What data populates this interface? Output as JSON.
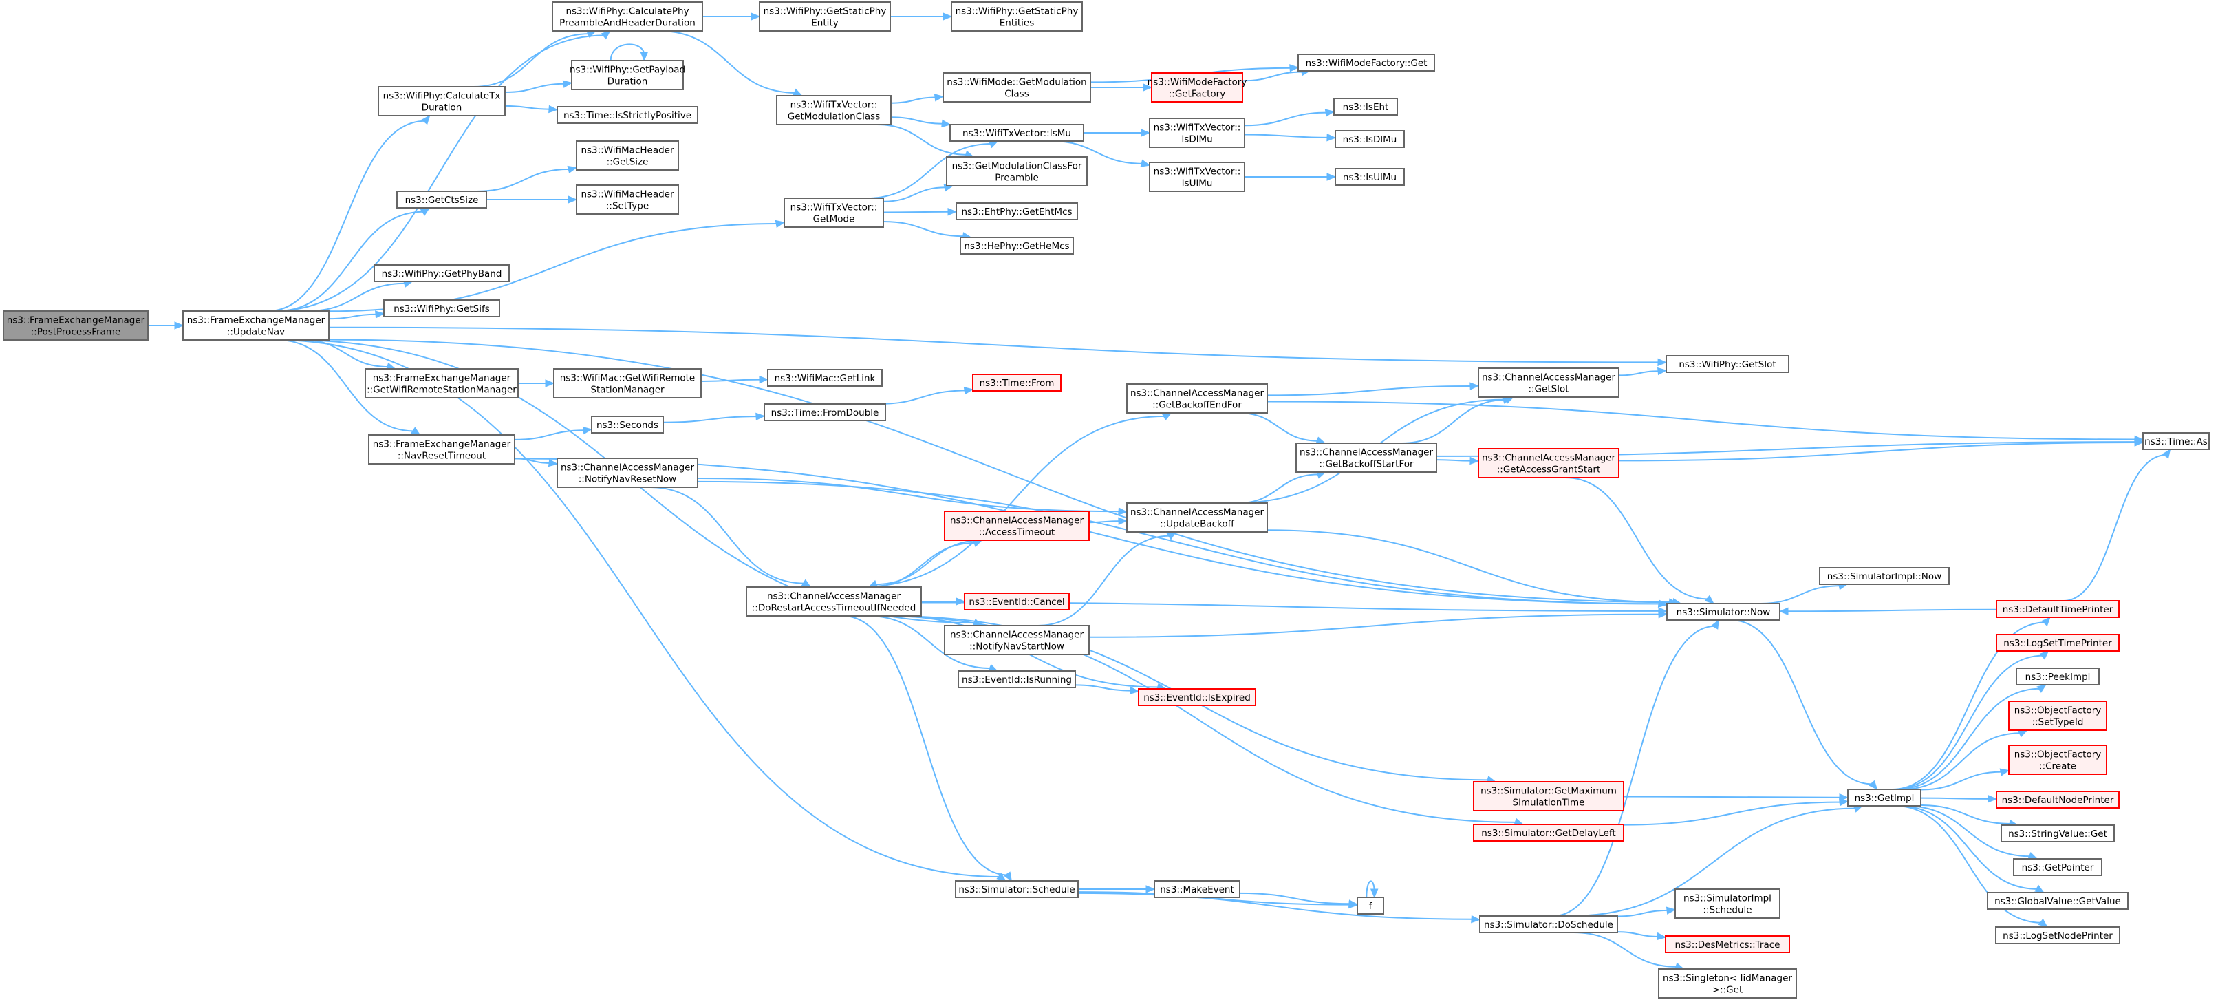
{
  "colors": {
    "edge": "#63b8ff",
    "node_fill": "#ffffff",
    "node_stroke": "#666666",
    "root_fill": "#999999",
    "root_stroke": "#666666",
    "truncated_fill": "#fff0f0",
    "truncated_stroke": "#ff0000"
  },
  "nodes": [
    {
      "id": "root",
      "lines": [
        "ns3::FrameExchangeManager",
        "::PostProcessFrame"
      ],
      "style": "root"
    },
    {
      "id": "updnav",
      "lines": [
        "ns3::FrameExchangeManager",
        "::UpdateNav"
      ],
      "style": "normal"
    },
    {
      "id": "calcphy",
      "lines": [
        "ns3::WifiPhy::CalculatePhy",
        "PreambleAndHeaderDuration"
      ],
      "style": "normal"
    },
    {
      "id": "getstaticent",
      "lines": [
        "ns3::WifiPhy::GetStaticPhy",
        "Entity"
      ],
      "style": "normal"
    },
    {
      "id": "getstaticents",
      "lines": [
        "ns3::WifiPhy::GetStaticPhy",
        "Entities"
      ],
      "style": "normal"
    },
    {
      "id": "getpayload",
      "lines": [
        "ns3::WifiPhy::GetPayload",
        "Duration"
      ],
      "style": "normal"
    },
    {
      "id": "calctx",
      "lines": [
        "ns3::WifiPhy::CalculateTx",
        "Duration"
      ],
      "style": "normal"
    },
    {
      "id": "strictpos",
      "lines": [
        "ns3::Time::IsStrictlyPositive"
      ],
      "style": "normal"
    },
    {
      "id": "gettxmodclass",
      "lines": [
        "ns3::WifiTxVector::",
        "GetModulationClass"
      ],
      "style": "normal"
    },
    {
      "id": "getmodclass",
      "lines": [
        "ns3::WifiMode::GetModulation",
        "Class"
      ],
      "style": "normal"
    },
    {
      "id": "mfgetfactory",
      "lines": [
        "ns3::WifiModeFactory",
        "::GetFactory"
      ],
      "style": "truncated"
    },
    {
      "id": "mfget",
      "lines": [
        "ns3::WifiModeFactory::Get"
      ],
      "style": "normal"
    },
    {
      "id": "ismu",
      "lines": [
        "ns3::WifiTxVector::IsMu"
      ],
      "style": "normal"
    },
    {
      "id": "isdlmuv",
      "lines": [
        "ns3::WifiTxVector::",
        "IsDlMu"
      ],
      "style": "normal"
    },
    {
      "id": "isulmuv",
      "lines": [
        "ns3::WifiTxVector::",
        "IsUlMu"
      ],
      "style": "normal"
    },
    {
      "id": "iseht",
      "lines": [
        "ns3::IsEht"
      ],
      "style": "normal"
    },
    {
      "id": "isdlmu",
      "lines": [
        "ns3::IsDlMu"
      ],
      "style": "normal"
    },
    {
      "id": "isulmu",
      "lines": [
        "ns3::IsUlMu"
      ],
      "style": "normal"
    },
    {
      "id": "getmodclassfor",
      "lines": [
        "ns3::GetModulationClassFor",
        "Preamble"
      ],
      "style": "normal"
    },
    {
      "id": "gettxmode",
      "lines": [
        "ns3::WifiTxVector::",
        "GetMode"
      ],
      "style": "normal"
    },
    {
      "id": "getehtmcs",
      "lines": [
        "ns3::EhtPhy::GetEhtMcs"
      ],
      "style": "normal"
    },
    {
      "id": "gethemcs",
      "lines": [
        "ns3::HePhy::GetHeMcs"
      ],
      "style": "normal"
    },
    {
      "id": "macgetsize",
      "lines": [
        "ns3::WifiMacHeader",
        "::GetSize"
      ],
      "style": "normal"
    },
    {
      "id": "macsettype",
      "lines": [
        "ns3::WifiMacHeader",
        "::SetType"
      ],
      "style": "normal"
    },
    {
      "id": "getctssize",
      "lines": [
        "ns3::GetCtsSize"
      ],
      "style": "normal"
    },
    {
      "id": "getphyband",
      "lines": [
        "ns3::WifiPhy::GetPhyBand"
      ],
      "style": "normal"
    },
    {
      "id": "getsifs",
      "lines": [
        "ns3::WifiPhy::GetSifs"
      ],
      "style": "normal"
    },
    {
      "id": "fem_getremote",
      "lines": [
        "ns3::FrameExchangeManager",
        "::GetWifiRemoteStationManager"
      ],
      "style": "normal"
    },
    {
      "id": "mac_getremote",
      "lines": [
        "ns3::WifiMac::GetWifiRemote",
        "StationManager"
      ],
      "style": "normal"
    },
    {
      "id": "getlink",
      "lines": [
        "ns3::WifiMac::GetLink"
      ],
      "style": "normal"
    },
    {
      "id": "navreset",
      "lines": [
        "ns3::FrameExchangeManager",
        "::NavResetTimeout"
      ],
      "style": "normal"
    },
    {
      "id": "seconds",
      "lines": [
        "ns3::Seconds"
      ],
      "style": "normal"
    },
    {
      "id": "fromdouble",
      "lines": [
        "ns3::Time::FromDouble"
      ],
      "style": "normal"
    },
    {
      "id": "timefrom",
      "lines": [
        "ns3::Time::From"
      ],
      "style": "truncated"
    },
    {
      "id": "notifynavreset",
      "lines": [
        "ns3::ChannelAccessManager",
        "::NotifyNavResetNow"
      ],
      "style": "normal"
    },
    {
      "id": "dorestart",
      "lines": [
        "ns3::ChannelAccessManager",
        "::DoRestartAccessTimeoutIfNeeded"
      ],
      "style": "normal"
    },
    {
      "id": "accesstimeout",
      "lines": [
        "ns3::ChannelAccessManager",
        "::AccessTimeout"
      ],
      "style": "truncated"
    },
    {
      "id": "eventcancel",
      "lines": [
        "ns3::EventId::Cancel"
      ],
      "style": "truncated"
    },
    {
      "id": "notifynavstart",
      "lines": [
        "ns3::ChannelAccessManager",
        "::NotifyNavStartNow"
      ],
      "style": "normal"
    },
    {
      "id": "isrunning",
      "lines": [
        "ns3::EventId::IsRunning"
      ],
      "style": "normal"
    },
    {
      "id": "isexpired",
      "lines": [
        "ns3::EventId::IsExpired"
      ],
      "style": "truncated"
    },
    {
      "id": "getbackoffend",
      "lines": [
        "ns3::ChannelAccessManager",
        "::GetBackoffEndFor"
      ],
      "style": "normal"
    },
    {
      "id": "updatebackoff",
      "lines": [
        "ns3::ChannelAccessManager",
        "::UpdateBackoff"
      ],
      "style": "normal"
    },
    {
      "id": "getbackoffstart",
      "lines": [
        "ns3::ChannelAccessManager",
        "::GetBackoffStartFor"
      ],
      "style": "normal"
    },
    {
      "id": "camgetslot",
      "lines": [
        "ns3::ChannelAccessManager",
        "::GetSlot"
      ],
      "style": "normal"
    },
    {
      "id": "phygetslot",
      "lines": [
        "ns3::WifiPhy::GetSlot"
      ],
      "style": "normal"
    },
    {
      "id": "getgrantstart",
      "lines": [
        "ns3::ChannelAccessManager",
        "::GetAccessGrantStart"
      ],
      "style": "truncated"
    },
    {
      "id": "timeas",
      "lines": [
        "ns3::Time::As"
      ],
      "style": "normal"
    },
    {
      "id": "simnow",
      "lines": [
        "ns3::Simulator::Now"
      ],
      "style": "normal"
    },
    {
      "id": "simimplnow",
      "lines": [
        "ns3::SimulatorImpl::Now"
      ],
      "style": "normal"
    },
    {
      "id": "getmaxsim",
      "lines": [
        "ns3::Simulator::GetMaximum",
        "SimulationTime"
      ],
      "style": "truncated"
    },
    {
      "id": "getdelayleft",
      "lines": [
        "ns3::Simulator::GetDelayLeft"
      ],
      "style": "truncated"
    },
    {
      "id": "simschedule",
      "lines": [
        "ns3::Simulator::Schedule"
      ],
      "style": "normal"
    },
    {
      "id": "makeevent",
      "lines": [
        "ns3::MakeEvent"
      ],
      "style": "normal"
    },
    {
      "id": "f",
      "lines": [
        "f"
      ],
      "style": "normal"
    },
    {
      "id": "doschedule",
      "lines": [
        "ns3::Simulator::DoSchedule"
      ],
      "style": "normal"
    },
    {
      "id": "implschedule",
      "lines": [
        "ns3::SimulatorImpl",
        "::Schedule"
      ],
      "style": "normal"
    },
    {
      "id": "desmetrics",
      "lines": [
        "ns3::DesMetrics::Trace"
      ],
      "style": "truncated"
    },
    {
      "id": "singleton",
      "lines": [
        "ns3::Singleton< IidManager",
        " >::Get"
      ],
      "style": "normal"
    },
    {
      "id": "getimpl",
      "lines": [
        "ns3::GetImpl"
      ],
      "style": "normal"
    },
    {
      "id": "deftimeprinter",
      "lines": [
        "ns3::DefaultTimePrinter"
      ],
      "style": "truncated"
    },
    {
      "id": "logsettime",
      "lines": [
        "ns3::LogSetTimePrinter"
      ],
      "style": "truncated"
    },
    {
      "id": "peekimpl",
      "lines": [
        "ns3::PeekImpl"
      ],
      "style": "normal"
    },
    {
      "id": "ofsettypeid",
      "lines": [
        "ns3::ObjectFactory",
        "::SetTypeId"
      ],
      "style": "truncated"
    },
    {
      "id": "ofcreate",
      "lines": [
        "ns3::ObjectFactory",
        "::Create"
      ],
      "style": "truncated"
    },
    {
      "id": "defnodeprinter",
      "lines": [
        "ns3::DefaultNodePrinter"
      ],
      "style": "truncated"
    },
    {
      "id": "stringget",
      "lines": [
        "ns3::StringValue::Get"
      ],
      "style": "normal"
    },
    {
      "id": "getpointer",
      "lines": [
        "ns3::GetPointer"
      ],
      "style": "normal"
    },
    {
      "id": "globalget",
      "lines": [
        "ns3::GlobalValue::GetValue"
      ],
      "style": "normal"
    },
    {
      "id": "logsetnode",
      "lines": [
        "ns3::LogSetNodePrinter"
      ],
      "style": "normal"
    }
  ],
  "edges": [
    [
      "root",
      "updnav"
    ],
    [
      "updnav",
      "calcphy"
    ],
    [
      "updnav",
      "calctx"
    ],
    [
      "updnav",
      "getctssize"
    ],
    [
      "updnav",
      "gettxmode"
    ],
    [
      "updnav",
      "getphyband"
    ],
    [
      "updnav",
      "getsifs"
    ],
    [
      "updnav",
      "phygetslot"
    ],
    [
      "updnav",
      "fem_getremote"
    ],
    [
      "updnav",
      "navreset"
    ],
    [
      "updnav",
      "notifynavstart"
    ],
    [
      "updnav",
      "simnow"
    ],
    [
      "updnav",
      "simschedule"
    ],
    [
      "calcphy",
      "getstaticent"
    ],
    [
      "calcphy",
      "gettxmodclass"
    ],
    [
      "getstaticent",
      "getstaticents"
    ],
    [
      "calctx",
      "calcphy"
    ],
    [
      "calctx",
      "getpayload"
    ],
    [
      "calctx",
      "strictpos"
    ],
    [
      "getpayload",
      "getpayload"
    ],
    [
      "gettxmodclass",
      "getmodclass"
    ],
    [
      "gettxmodclass",
      "ismu"
    ],
    [
      "gettxmodclass",
      "getmodclassfor"
    ],
    [
      "getmodclass",
      "mfgetfactory"
    ],
    [
      "getmodclass",
      "mfget"
    ],
    [
      "mfgetfactory",
      "mfget"
    ],
    [
      "ismu",
      "isdlmuv"
    ],
    [
      "ismu",
      "isulmuv"
    ],
    [
      "isdlmuv",
      "iseht"
    ],
    [
      "isdlmuv",
      "isdlmu"
    ],
    [
      "isulmuv",
      "isulmu"
    ],
    [
      "gettxmode",
      "ismu"
    ],
    [
      "gettxmode",
      "getmodclassfor"
    ],
    [
      "gettxmode",
      "getehtmcs"
    ],
    [
      "gettxmode",
      "gethemcs"
    ],
    [
      "getctssize",
      "macgetsize"
    ],
    [
      "getctssize",
      "macsettype"
    ],
    [
      "fem_getremote",
      "mac_getremote"
    ],
    [
      "mac_getremote",
      "getlink"
    ],
    [
      "navreset",
      "seconds"
    ],
    [
      "navreset",
      "notifynavreset"
    ],
    [
      "navreset",
      "simnow"
    ],
    [
      "seconds",
      "fromdouble"
    ],
    [
      "fromdouble",
      "timefrom"
    ],
    [
      "notifynavreset",
      "dorestart"
    ],
    [
      "notifynavreset",
      "updatebackoff"
    ],
    [
      "notifynavreset",
      "simnow"
    ],
    [
      "dorestart",
      "getbackoffend"
    ],
    [
      "dorestart",
      "accesstimeout"
    ],
    [
      "dorestart",
      "eventcancel"
    ],
    [
      "dorestart",
      "isrunning"
    ],
    [
      "dorestart",
      "isexpired"
    ],
    [
      "dorestart",
      "simnow"
    ],
    [
      "dorestart",
      "getmaxsim"
    ],
    [
      "dorestart",
      "getdelayleft"
    ],
    [
      "dorestart",
      "simschedule"
    ],
    [
      "accesstimeout",
      "dorestart"
    ],
    [
      "accesstimeout",
      "updatebackoff"
    ],
    [
      "notifynavstart",
      "updatebackoff"
    ],
    [
      "notifynavstart",
      "simnow"
    ],
    [
      "isrunning",
      "isexpired"
    ],
    [
      "getbackoffend",
      "getbackoffstart"
    ],
    [
      "getbackoffend",
      "camgetslot"
    ],
    [
      "getbackoffend",
      "timeas"
    ],
    [
      "updatebackoff",
      "getbackoffstart"
    ],
    [
      "updatebackoff",
      "camgetslot"
    ],
    [
      "updatebackoff",
      "simnow"
    ],
    [
      "getbackoffstart",
      "camgetslot"
    ],
    [
      "getbackoffstart",
      "getgrantstart"
    ],
    [
      "getbackoffstart",
      "timeas"
    ],
    [
      "camgetslot",
      "phygetslot"
    ],
    [
      "getgrantstart",
      "timeas"
    ],
    [
      "getgrantstart",
      "simnow"
    ],
    [
      "simnow",
      "simimplnow"
    ],
    [
      "simnow",
      "getimpl"
    ],
    [
      "getmaxsim",
      "getimpl"
    ],
    [
      "getdelayleft",
      "getimpl"
    ],
    [
      "simschedule",
      "makeevent"
    ],
    [
      "simschedule",
      "f"
    ],
    [
      "simschedule",
      "doschedule"
    ],
    [
      "makeevent",
      "f"
    ],
    [
      "f",
      "f"
    ],
    [
      "doschedule",
      "simnow"
    ],
    [
      "doschedule",
      "getimpl"
    ],
    [
      "doschedule",
      "implschedule"
    ],
    [
      "doschedule",
      "desmetrics"
    ],
    [
      "doschedule",
      "singleton"
    ],
    [
      "getimpl",
      "deftimeprinter"
    ],
    [
      "getimpl",
      "logsettime"
    ],
    [
      "getimpl",
      "peekimpl"
    ],
    [
      "getimpl",
      "ofsettypeid"
    ],
    [
      "getimpl",
      "ofcreate"
    ],
    [
      "getimpl",
      "defnodeprinter"
    ],
    [
      "getimpl",
      "stringget"
    ],
    [
      "getimpl",
      "getpointer"
    ],
    [
      "getimpl",
      "globalget"
    ],
    [
      "getimpl",
      "logsetnode"
    ],
    [
      "deftimeprinter",
      "simnow"
    ],
    [
      "deftimeprinter",
      "timeas"
    ]
  ]
}
